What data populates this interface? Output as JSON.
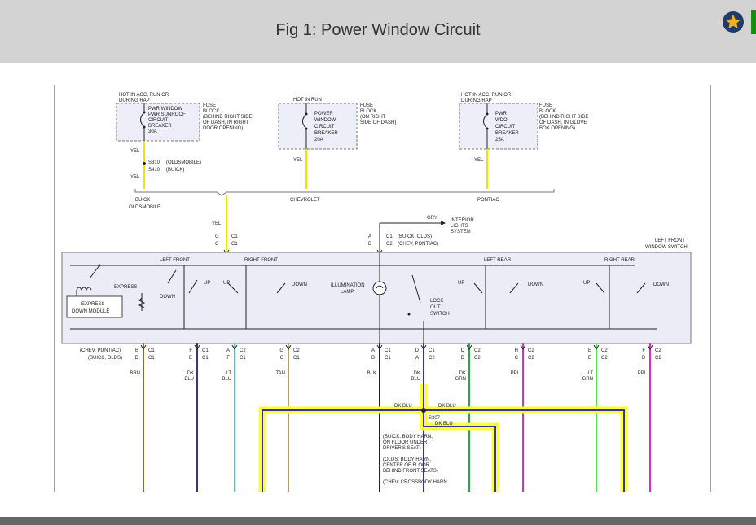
{
  "header": {
    "title": "Fig 1: Power Window Circuit",
    "badge_icon": "star-icon"
  },
  "colors": {
    "highlight": "#ffff33",
    "yel": "#e8e800",
    "ltblu": "#33cccc",
    "dkblu": "#333399",
    "brn": "#996633",
    "tan": "#b0a070",
    "grn": "#22aa44",
    "ppl": "#cc33cc",
    "ltgrn": "#55dd55"
  },
  "fuses": {
    "f1": {
      "hot": [
        "HOT IN ACC, RUN OR",
        "DURING RAP"
      ],
      "inner": [
        "PWR WINDOW",
        "PWR SUNROOF",
        "CIRCUIT",
        "BREAKER",
        "30A"
      ],
      "block": [
        "FUSE",
        "BLOCK",
        "(BEHIND RIGHT SIDE",
        "OF DASH, IN RIGHT",
        "DOOR OPENING)"
      ]
    },
    "f2": {
      "hot": [
        "HOT IN RUN"
      ],
      "inner": [
        "POWER",
        "WINDOW",
        "CIRCUIT",
        "BREAKER",
        "20A"
      ],
      "block": [
        "FUSE",
        "BLOCK",
        "(ON RIGHT",
        "SIDE OF DASH)"
      ]
    },
    "f3": {
      "hot": [
        "HOT IN ACC, RUN OR",
        "DURING RAP"
      ],
      "inner": [
        "PWR",
        "WDO",
        "CIRCUIT",
        "BREAKER",
        "25A"
      ],
      "block": [
        "FUSE",
        "BLOCK",
        "(BEHIND RIGHT SIDE",
        "OF DASH, IN GLOVE",
        "BOX OPENING)"
      ]
    }
  },
  "labels": {
    "yel": "YEL",
    "s310": "S310",
    "s410": "S410",
    "olds_paren": "(OLDSMOBILE)",
    "buick_paren": "(BUICK)",
    "buick": "BUICK",
    "oldsmobile": "OLDSMOBILE",
    "chevrolet": "CHEVROLET",
    "pontiac": "PONTIAC",
    "g": "G",
    "c": "C",
    "a": "A",
    "b": "B",
    "c1": "C1",
    "c2": "C2",
    "gry": "GRY",
    "interior": [
      "INTERIOR",
      "LIGHTS",
      "SYSTEM"
    ],
    "buick_olds": "(BUICK, OLDS)",
    "chev_pontiac": "(CHEV, PONTIAC)",
    "lf_switch": [
      "LEFT FRONT",
      "WINDOW SWITCH"
    ],
    "left_front": "LEFT FRONT",
    "right_front": "RIGHT FRONT",
    "left_rear": "LEFT REAR",
    "right_rear": "RIGHT REAR",
    "express": "EXPRESS",
    "down": "DOWN",
    "up": "UP",
    "express_module": [
      "EXPRESS",
      "DOWN MODULE"
    ],
    "illumination": [
      "ILLUMINATION",
      "LAMP"
    ],
    "lockout": [
      "LOCK",
      "OUT",
      "SWITCH"
    ],
    "dk_blu": "DK BLU",
    "s307": "S307",
    "notes": [
      "(BUICK: BODY HARN,",
      "ON FLOOR UNDER",
      "DRIVER'S SEAT)",
      "",
      "(OLDS: BODY HARN,",
      "CENTER OF FLOOR",
      "BEHIND FRONT SEATS)",
      "",
      "(CHEV: CROSSBODY HARN"
    ]
  },
  "pins": {
    "row1_label": "(CHEV, PONTIAC)",
    "row2_label": "(BUICK, OLDS)",
    "cols": [
      {
        "p1": "B",
        "c1": "C1",
        "p2": "D",
        "c2": "C1",
        "wire": [
          "BRN"
        ]
      },
      {
        "p1": "F",
        "c1": "C1",
        "p2": "E",
        "c2": "C1",
        "wire": [
          "DK",
          "BLU"
        ]
      },
      {
        "p1": "A",
        "c1": "C2",
        "p2": "F",
        "c2": "C1",
        "wire": [
          "LT",
          "BLU"
        ]
      },
      {
        "p1": "G",
        "c1": "C2",
        "p2": "C",
        "c2": "C1",
        "wire": [
          "TAN"
        ]
      },
      {
        "p1": "A",
        "c1": "C1",
        "p2": "B",
        "c2": "C1",
        "wire": [
          "BLK"
        ]
      },
      {
        "p1": "D",
        "c1": "C1",
        "p2": "A",
        "c2": "C2",
        "wire": [
          "DK",
          "BLU"
        ]
      },
      {
        "p1": "C",
        "c1": "C2",
        "p2": "D",
        "c2": "C2",
        "wire": [
          "DK",
          "GRN"
        ]
      },
      {
        "p1": "H",
        "c1": "C2",
        "p2": "C",
        "c2": "C2",
        "wire": [
          "PPL"
        ]
      },
      {
        "p1": "E",
        "c1": "C2",
        "p2": "E",
        "c2": "C2",
        "wire": [
          "LT",
          "GRN"
        ]
      },
      {
        "p1": "F",
        "c1": "C2",
        "p2": "B",
        "c2": "C2",
        "wire": [
          "PPL"
        ]
      }
    ]
  }
}
